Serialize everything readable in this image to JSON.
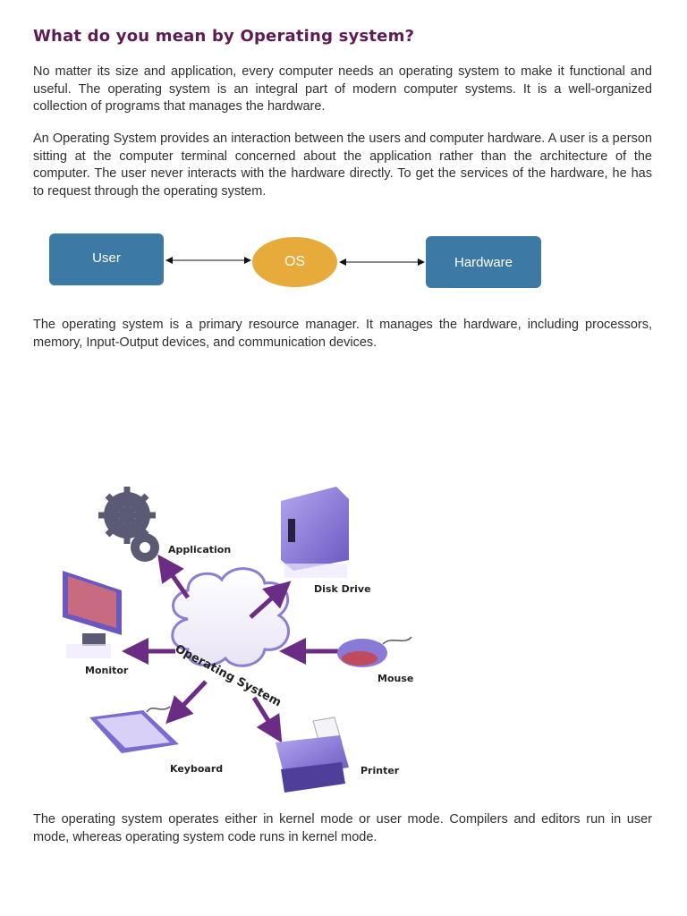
{
  "heading": "What do you mean by Operating system?",
  "paragraphs": {
    "p1": "No matter its size and application, every computer needs an operating system to make it functional and useful. The operating system is an integral part of modern computer systems. It is a well-organized collection of programs that manages the hardware.",
    "p2": "An Operating System provides an interaction between the users and computer hardware. A user is a person sitting at the computer terminal concerned about the application rather than the architecture of the computer. The user never interacts with the hardware directly. To get the services of the hardware, he has to request through the operating system.",
    "p3": "The operating system is a primary resource manager. It manages the hardware, including processors, memory, Input-Output devices, and communication devices.",
    "p4": "The operating system operates either in kernel mode or user mode. Compilers and editors run in user mode, whereas operating system code runs in kernel mode."
  },
  "flow_diagram": {
    "user": "User",
    "os": "OS",
    "hardware": "Hardware",
    "colors": {
      "box": "#3d79a5",
      "os": "#e7ab3c"
    }
  },
  "os_figure": {
    "center": "Operating System",
    "application": "Application",
    "disk_drive": "Disk Drive",
    "monitor": "Monitor",
    "mouse": "Mouse",
    "keyboard": "Keyboard",
    "printer": "Printer",
    "icons": [
      "gears-icon",
      "disk-drive-icon",
      "monitor-icon",
      "mouse-icon",
      "keyboard-icon",
      "printer-icon"
    ],
    "colors": {
      "arrow": "#6b2c86",
      "device": "#8a7ad8"
    }
  }
}
